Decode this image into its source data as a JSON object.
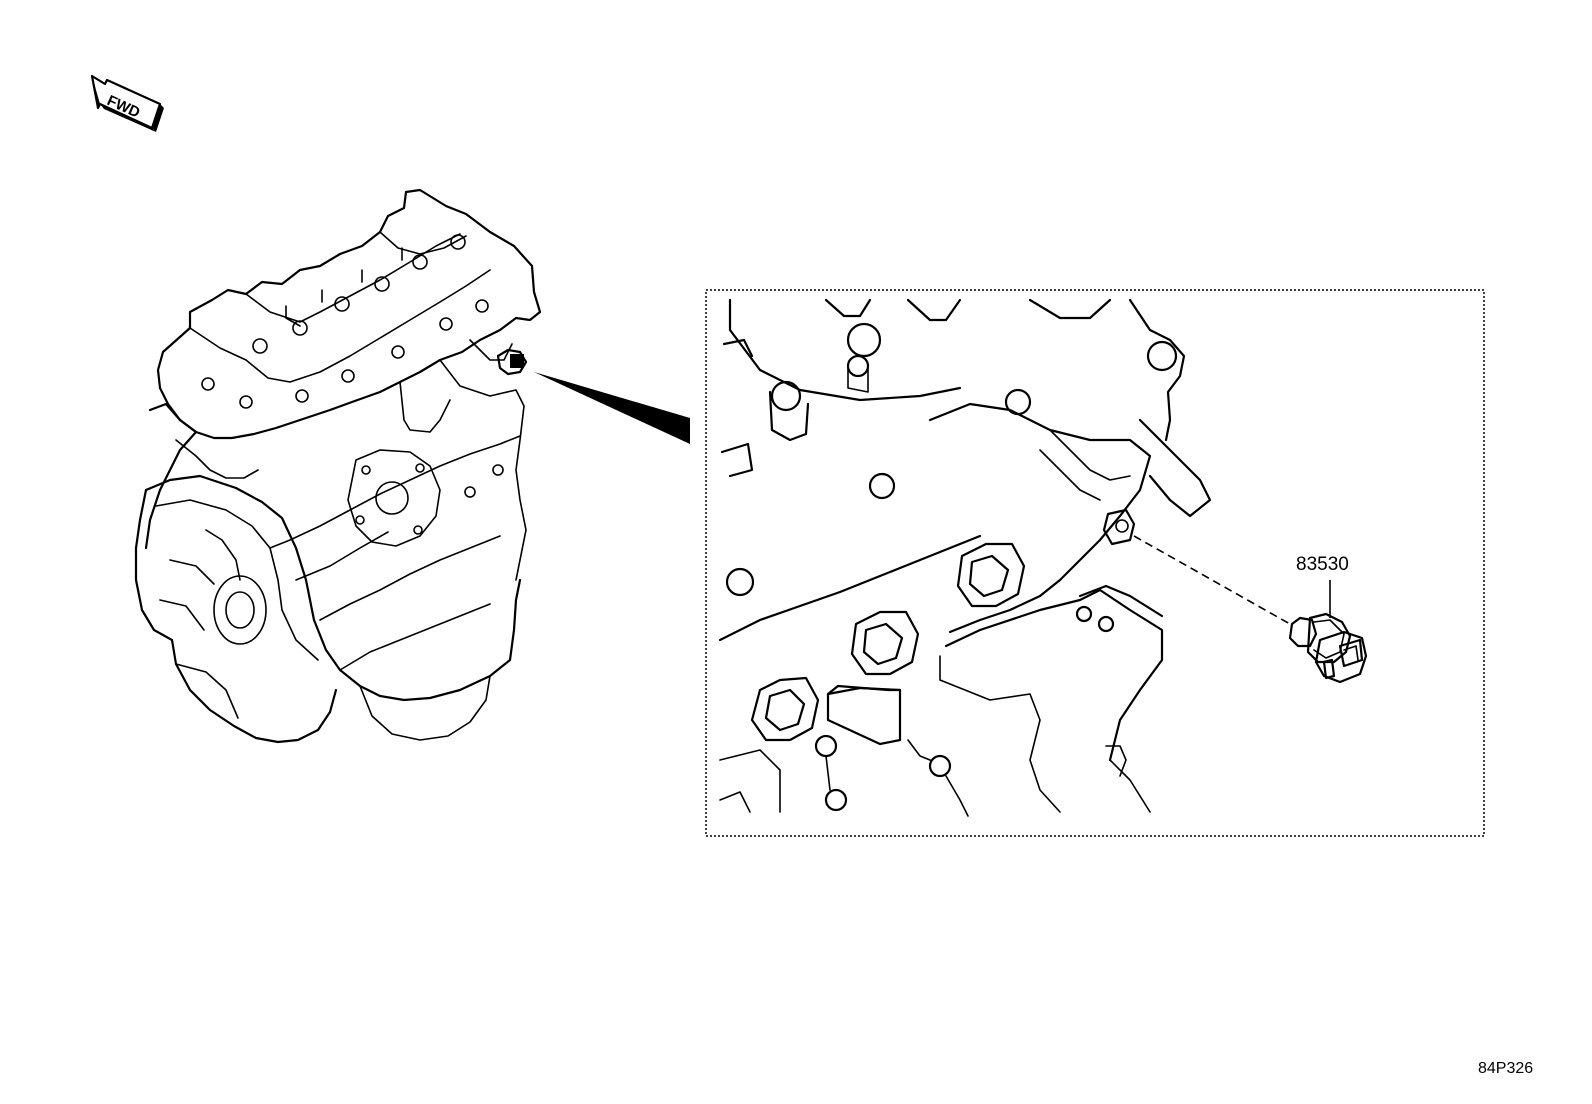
{
  "diagram": {
    "direction_label": "FWD",
    "part_callouts": [
      {
        "part_number": "83530"
      }
    ],
    "illustration_code": "84P326"
  }
}
